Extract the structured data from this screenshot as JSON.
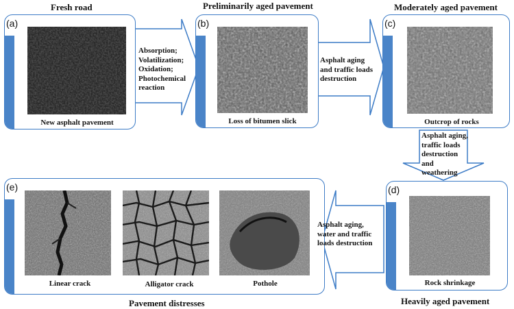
{
  "stages": {
    "a": {
      "letter": "(a)",
      "title": "Fresh road",
      "caption": "New asphalt pavement"
    },
    "b": {
      "letter": "(b)",
      "title": "Preliminarily aged pavement",
      "caption": "Loss of bitumen slick"
    },
    "c": {
      "letter": "(c)",
      "title": "Moderately aged pavement",
      "caption": "Outcrop of rocks"
    },
    "d": {
      "letter": "(d)",
      "title": "Heavily aged pavement",
      "caption": "Rock shrinkage"
    },
    "e": {
      "letter": "(e)",
      "title": "Pavement distresses",
      "captions": [
        "Linear crack",
        "Alligator crack",
        "Pothole"
      ]
    }
  },
  "transitions": {
    "a_to_b": [
      "Absorption;",
      "Volatilization;",
      "Oxidation;",
      "Photochemical",
      "reaction"
    ],
    "b_to_c": [
      "Asphalt aging",
      "and traffic loads",
      "destruction"
    ],
    "c_to_d": [
      "Asphalt aging,",
      "traffic loads",
      "destruction",
      "and",
      "weathering"
    ],
    "d_to_e": [
      "Asphalt aging,",
      "water and traffic",
      "loads destruction"
    ]
  },
  "colors": {
    "frame": "#3c7bc6",
    "strip": "#4a84c8",
    "arrow_fill": "#ffffff"
  }
}
